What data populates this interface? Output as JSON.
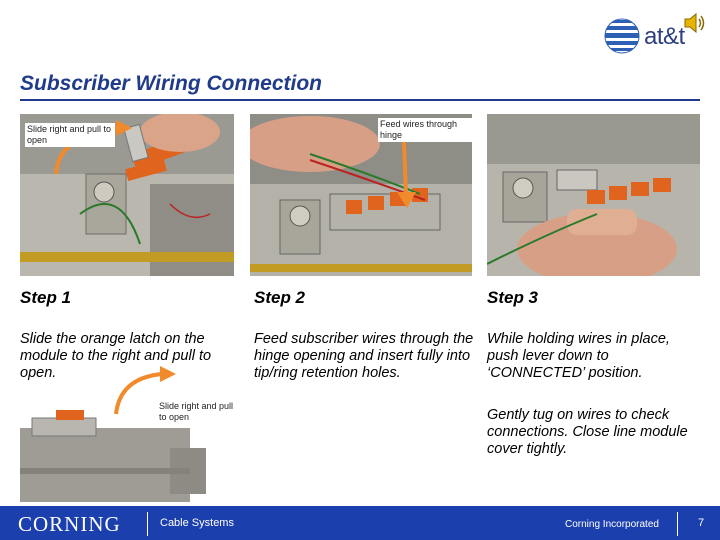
{
  "header": {
    "logo_text": "at&t",
    "title": "Subscriber Wiring Connection",
    "brand_color": "#1f3b8a"
  },
  "photos": {
    "photo1_callout": "Slide right and pull to open",
    "photo2_callout": "Feed wires through hinge",
    "photo4_callout": "Slide right and pull to open"
  },
  "steps": [
    {
      "heading": "Step 1",
      "text": "Slide the orange latch on the module to the right and pull to open."
    },
    {
      "heading": "Step 2",
      "text": "Feed subscriber wires through the hinge opening and insert fully into tip/ring retention holes."
    },
    {
      "heading": "Step 3",
      "text": "While holding wires in place, push lever down to ‘CONNECTED’ position.",
      "text2": "Gently tug on wires to check connections. Close line module cover tightly."
    }
  ],
  "footer": {
    "brand": "CORNING",
    "department": "Cable Systems",
    "company": "Corning Incorporated",
    "page_number": "7",
    "bar_color": "#1c3fae"
  },
  "icons": [
    "att-globe-icon",
    "speaker-icon",
    "arrow-icon"
  ]
}
